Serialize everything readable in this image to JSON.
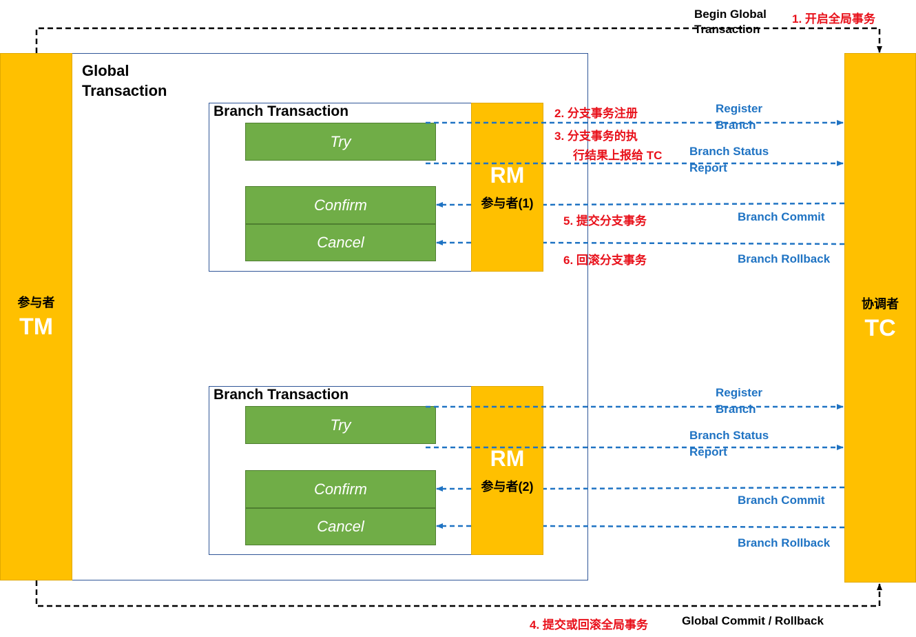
{
  "tm": {
    "role": "参与者",
    "name": "TM"
  },
  "tc": {
    "role": "协调者",
    "name": "TC"
  },
  "global": {
    "label_line1": "Global",
    "label_line2": "Transaction"
  },
  "branches": [
    {
      "title": "Branch Transaction",
      "try": "Try",
      "confirm": "Confirm",
      "cancel": "Cancel",
      "rm_name": "RM",
      "rm_role": "参与者(1)",
      "step2": "2. 分支事务注册",
      "step3_line1": "3. 分支事务的执",
      "step3_line2": "行结果上报给 TC",
      "step5": "5. 提交分支事务",
      "step6": "6. 回滚分支事务",
      "register_line1": "Register",
      "register_line2": "Branch",
      "status_line1": "Branch Status",
      "status_line2": "Report",
      "commit": "Branch Commit",
      "rollback": "Branch Rollback"
    },
    {
      "title": "Branch Transaction",
      "try": "Try",
      "confirm": "Confirm",
      "cancel": "Cancel",
      "rm_name": "RM",
      "rm_role": "参与者(2)",
      "register_line1": "Register",
      "register_line2": "Branch",
      "status_line1": "Branch Status",
      "status_line2": "Report",
      "commit": "Branch Commit",
      "rollback": "Branch Rollback"
    }
  ],
  "top": {
    "begin_line1": "Begin Global",
    "begin_line2": "Transaction",
    "step1": "1. 开启全局事务"
  },
  "bottom": {
    "step4": "4. 提交或回滚全局事务",
    "global_commit": "Global Commit / Rollback"
  },
  "colors": {
    "gold": "#FFC000",
    "green": "#70AD47",
    "blue_arrow": "#1F73C3",
    "red_text": "#E8101A",
    "frame": "#2F5597"
  }
}
